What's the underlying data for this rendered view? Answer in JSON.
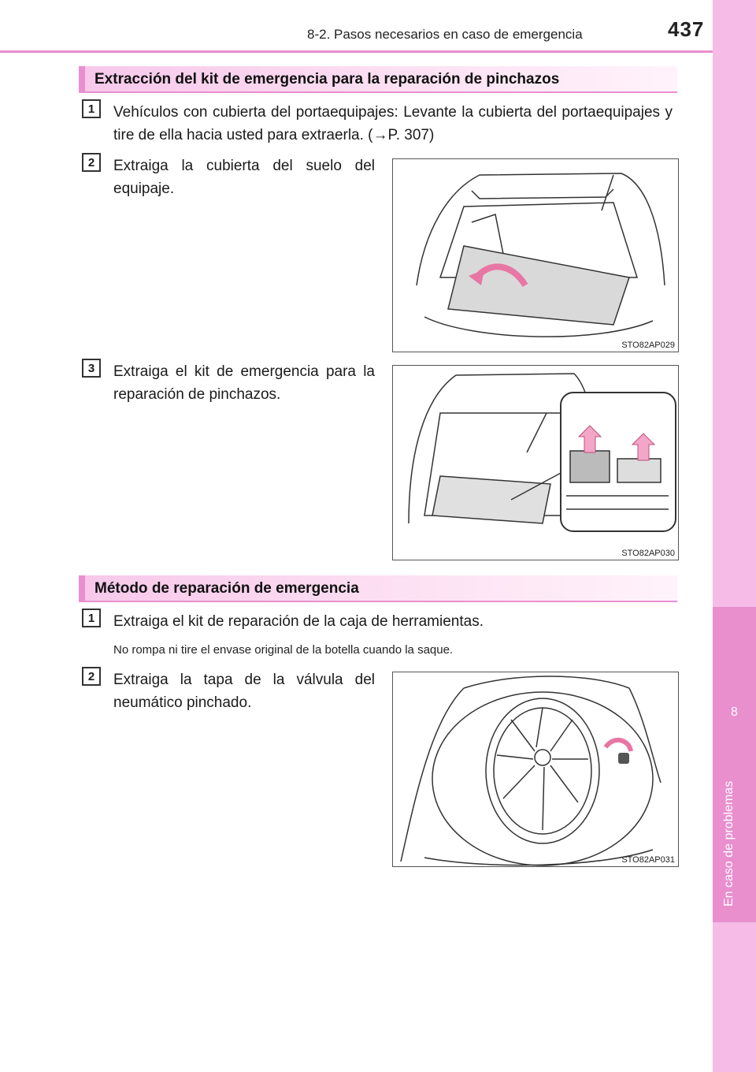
{
  "header": {
    "section": "8-2. Pasos necesarios en caso de emergencia",
    "page_number": "437"
  },
  "side_tab": {
    "chapter_number": "8",
    "chapter_label": "En caso de problemas"
  },
  "section1": {
    "title": "Extracción del kit de emergencia para la reparación de pinchazos",
    "steps": [
      {
        "number": "1",
        "text": "Vehículos con cubierta del portaequipajes: Levante la cubierta del portaequipajes y tire de ella hacia usted para extraerla. (→P. 307)"
      },
      {
        "number": "2",
        "text": "Extraiga la cubierta del suelo del equipaje.",
        "figure_code": "STO82AP029"
      },
      {
        "number": "3",
        "text": "Extraiga el kit de emergencia para la reparación de pinchazos.",
        "figure_code": "STO82AP030"
      }
    ]
  },
  "section2": {
    "title": "Método de reparación de emergencia",
    "steps": [
      {
        "number": "1",
        "text": "Extraiga el kit de reparación de la caja de herramientas.",
        "note": "No rompa ni tire el envase original de la botella cuando la saque."
      },
      {
        "number": "2",
        "text": "Extraiga la tapa de la válvula del neumático pinchado.",
        "figure_code": "STO82AP031"
      }
    ]
  },
  "colors": {
    "accent_pink": "#e98fce",
    "light_pink": "#f6bbe6",
    "arrow_pink": "#f3a6c8"
  }
}
